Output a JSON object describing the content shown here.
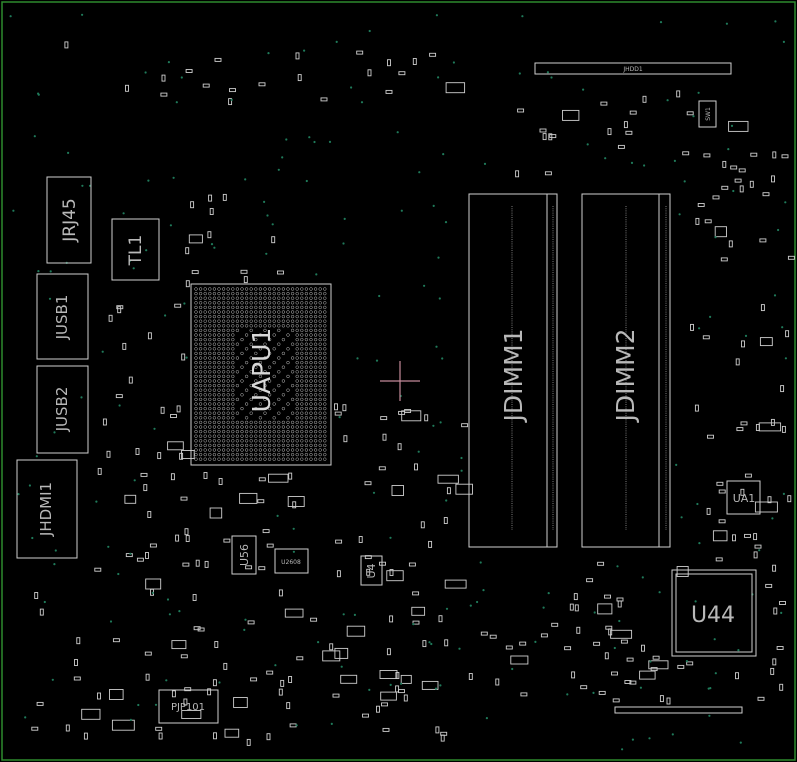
{
  "board": {
    "background": "#000000",
    "border_color": "#2e8b2e",
    "outline_color": "#cfcfcf",
    "via_color": "#1f7a5a",
    "crosshair_color": "#c48a9a"
  },
  "components": {
    "jrj45": "JRJ45",
    "tl1": "TL1",
    "jusb1": "JUSB1",
    "jusb2": "JUSB2",
    "jhdmi1": "JHDMI1",
    "uapu1": "UAPU1",
    "jdimm1": "JDIMM1",
    "jdimm2": "JDIMM2",
    "ua1": "UA1",
    "u44": "U44",
    "u56": "U56",
    "u4": "U4",
    "u2608": "U2608",
    "pjp101": "PJP101",
    "jhdd1": "JHDD1",
    "sw1": "SW1"
  }
}
